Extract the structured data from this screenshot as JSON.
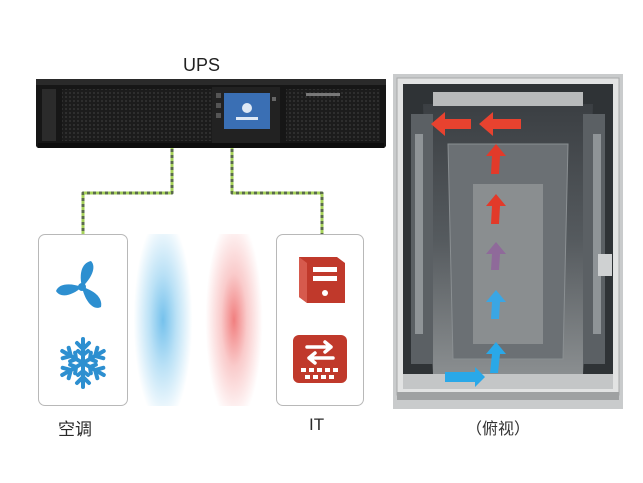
{
  "labels": {
    "ups": "UPS",
    "air_conditioner": "空调",
    "it": "IT",
    "top_view": "（俯视）"
  },
  "icons": {
    "fan": "fan-icon",
    "snowflake": "snowflake-icon",
    "server": "server-tower-icon",
    "switch": "network-switch-icon"
  },
  "colors": {
    "cold_air": "#2aa8e8",
    "hot_air": "#e23a2a",
    "icon_blue": "#2d8fd0",
    "icon_red": "#c0392b",
    "wire": "#8cc63f"
  }
}
